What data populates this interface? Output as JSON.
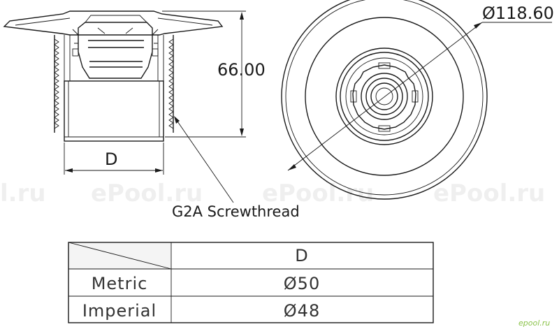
{
  "dimensions": {
    "height_label": "66.00",
    "diameter_label": "Ø118.60",
    "d_label": "D"
  },
  "callout": {
    "thread_label": "G2A Screwthread"
  },
  "watermarks": [
    "l.ru",
    "ePool.ru",
    "ePool.ru",
    "ePool.ru"
  ],
  "table": {
    "header": [
      "",
      "D"
    ],
    "rows": [
      {
        "label": "Metric",
        "value": "Ø50"
      },
      {
        "label": "Imperial",
        "value": "Ø48"
      }
    ]
  },
  "corner_logo": "epool.ru",
  "colors": {
    "line": "#1a1a1a",
    "logo": "#8bc34a"
  }
}
